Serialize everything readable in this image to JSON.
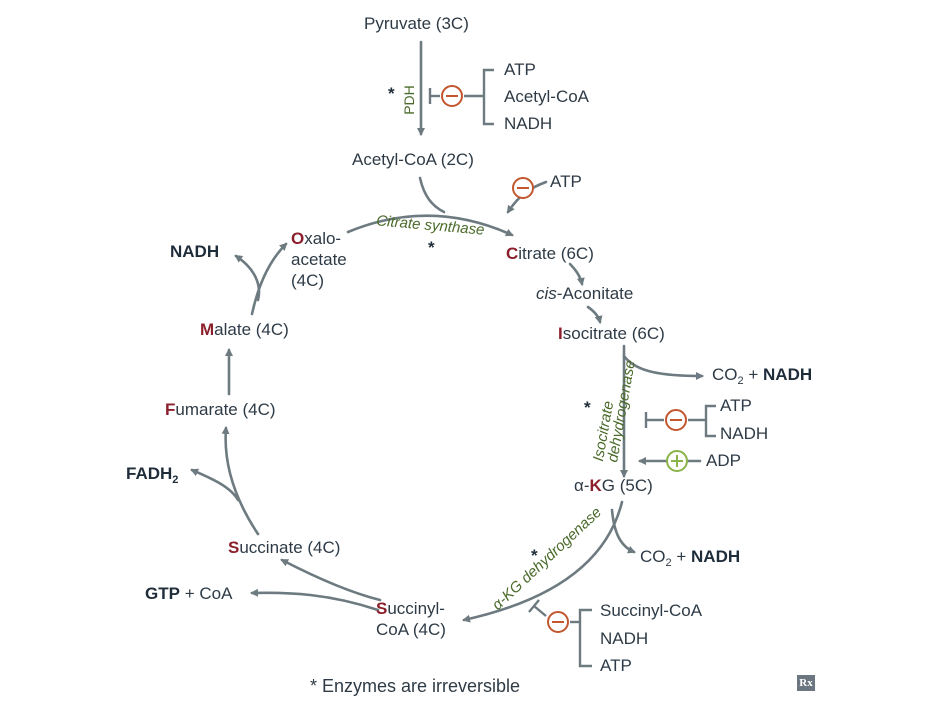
{
  "metabolites": {
    "pyruvate": "Pyruvate (3C)",
    "acetyl_coa": "Acetyl-CoA (2C)",
    "oxalo_initial": "O",
    "oxalo_rest": "xalo-",
    "oxalo_line2": "acetate",
    "oxalo_line3": "(4C)",
    "citrate_initial": "C",
    "citrate_rest": "itrate (6C)",
    "cis_italic": "cis",
    "cis_rest": "-Aconitate",
    "isocitrate_initial": "I",
    "isocitrate_rest": "socitrate (6C)",
    "akg_alpha": "α-",
    "akg_initial": "K",
    "akg_rest": "G (5C)",
    "succinylcoa_initial": "S",
    "succinylcoa_rest": "uccinyl-",
    "succinylcoa_line2": "CoA (4C)",
    "succinate_initial": "S",
    "succinate_rest": "uccinate (4C)",
    "fumarate_initial": "F",
    "fumarate_rest": "umarate (4C)",
    "malate_initial": "M",
    "malate_rest": "alate (4C)"
  },
  "enzymes": {
    "pdh": "PDH",
    "citrate_synthase": "Citrate synthase",
    "isocitrate_dh_line1": "Isocitrate",
    "isocitrate_dh_line2": "dehydrogenase",
    "akg_dh": "α-KG dehydrogenase"
  },
  "regulators": {
    "pdh_inhibitors": [
      "ATP",
      "Acetyl-CoA",
      "NADH"
    ],
    "citrate_synthase_inhibitor": "ATP",
    "isocitrate_dh_inhibitors": [
      "ATP",
      "NADH"
    ],
    "isocitrate_dh_activator": "ADP",
    "akg_dh_inhibitors": [
      "Succinyl-CoA",
      "NADH",
      "ATP"
    ]
  },
  "products": {
    "co2": "CO",
    "co2_sub": "2",
    "plus": "+",
    "nadh": "NADH",
    "fadh": "FADH",
    "fadh_sub": "2",
    "gtp": "GTP",
    "coa": "+ CoA"
  },
  "signs": {
    "minus": "−",
    "plus": "+",
    "asterisk": "*"
  },
  "footnote": "* Enzymes are irreversible",
  "logo": "Rx",
  "colors": {
    "arrow": "#6d7b80",
    "text": "#2e3b46",
    "initial_red": "#8b1f2b",
    "enzyme_green": "#4a6a2a",
    "inhibit_orange": "#c2572f",
    "activate_green": "#8ab34a"
  }
}
